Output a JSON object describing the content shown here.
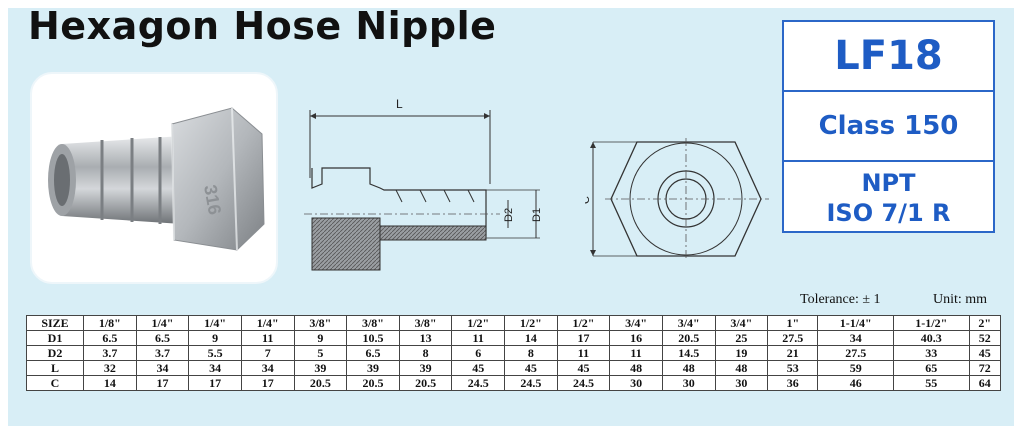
{
  "title": "Hexagon Hose Nipple",
  "spec": {
    "code": "LF18",
    "class": "Class 150",
    "thread_line1": "NPT",
    "thread_line2": "ISO 7/1 R"
  },
  "photo_stamp": "316",
  "drawing_labels": {
    "L": "L",
    "D2": "D2",
    "D1": "D1",
    "C": "C"
  },
  "tolerance": "Tolerance: ± 1",
  "unit": "Unit: mm",
  "table": {
    "row_headers": [
      "SIZE",
      "D1",
      "D2",
      "L",
      "C"
    ],
    "sizes": [
      "1/8\"",
      "1/4\"",
      "1/4\"",
      "1/4\"",
      "3/8\"",
      "3/8\"",
      "3/8\"",
      "1/2\"",
      "1/2\"",
      "1/2\"",
      "3/4\"",
      "3/4\"",
      "3/4\"",
      "1\"",
      "1-1/4\"",
      "1-1/2\"",
      "2\""
    ],
    "D1": [
      "6.5",
      "6.5",
      "9",
      "11",
      "9",
      "10.5",
      "13",
      "11",
      "14",
      "17",
      "16",
      "20.5",
      "25",
      "27.5",
      "34",
      "40.3",
      "52"
    ],
    "D2": [
      "3.7",
      "3.7",
      "5.5",
      "7",
      "5",
      "6.5",
      "8",
      "6",
      "8",
      "11",
      "11",
      "14.5",
      "19",
      "21",
      "27.5",
      "33",
      "45"
    ],
    "L": [
      "32",
      "34",
      "34",
      "34",
      "39",
      "39",
      "39",
      "45",
      "45",
      "45",
      "48",
      "48",
      "48",
      "53",
      "59",
      "65",
      "72"
    ],
    "C": [
      "14",
      "17",
      "17",
      "17",
      "20.5",
      "20.5",
      "20.5",
      "24.5",
      "24.5",
      "24.5",
      "30",
      "30",
      "30",
      "36",
      "46",
      "55",
      "64"
    ]
  },
  "colors": {
    "background": "#d8eef6",
    "accent_blue": "#1e5cc4",
    "border_blue": "#2b67c8",
    "metal": "#b8bcc0"
  }
}
